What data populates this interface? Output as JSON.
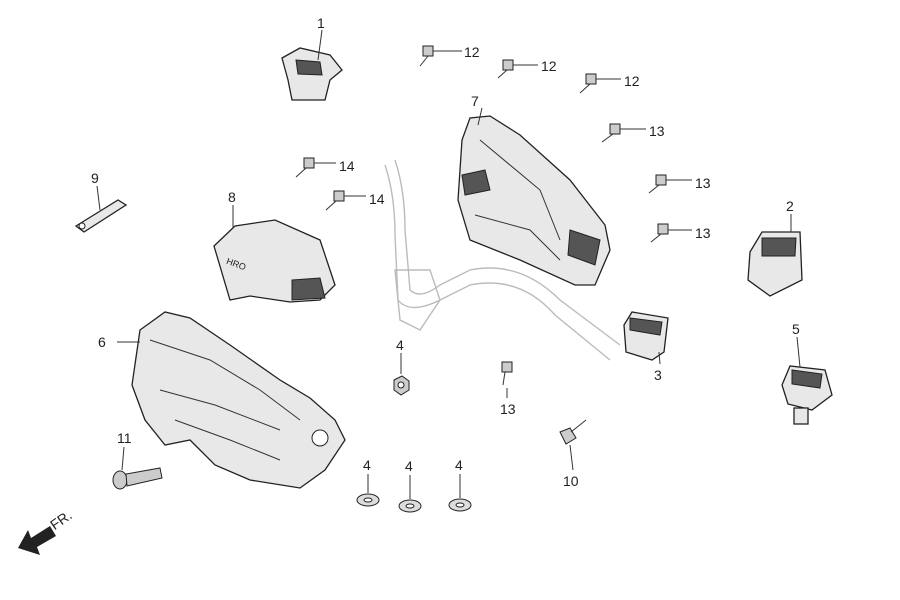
{
  "title": "Handlebar cover exploded parts diagram",
  "direction_label": "FR.",
  "part8_logo": "HRO",
  "labels": {
    "p1": "1",
    "p2": "2",
    "p3": "3",
    "p4a": "4",
    "p4b": "4",
    "p4c": "4",
    "p4d": "4",
    "p5": "5",
    "p6": "6",
    "p7": "7",
    "p8": "8",
    "p9": "9",
    "p10": "10",
    "p11": "11",
    "p12a": "12",
    "p12b": "12",
    "p12c": "12",
    "p13a": "13",
    "p13b": "13",
    "p13c": "13",
    "p13d": "13",
    "p14a": "14",
    "p14b": "14"
  }
}
